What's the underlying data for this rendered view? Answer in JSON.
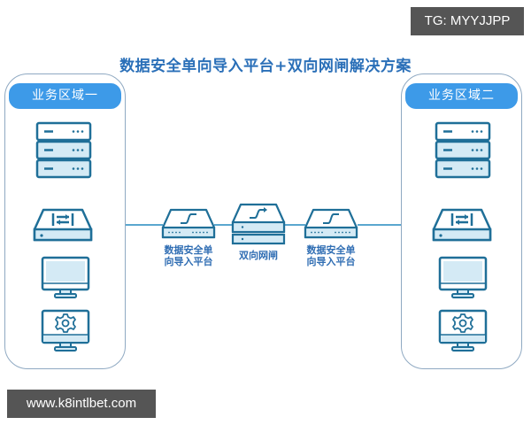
{
  "title": "数据安全单向导入平台+双向网闸解决方案",
  "zones": [
    {
      "label": "业务区域一",
      "devices": [
        "server-rack",
        "switch",
        "monitor",
        "settings-monitor"
      ]
    },
    {
      "label": "业务区域二",
      "devices": [
        "server-rack",
        "switch",
        "monitor",
        "settings-monitor"
      ]
    }
  ],
  "middle": [
    {
      "label_line1": "数据安全单",
      "label_line2": "向导入平台",
      "icon": "one-way-import-device-icon"
    },
    {
      "label_line1": "双向网闸",
      "label_line2": "",
      "icon": "two-way-gateway-icon"
    },
    {
      "label_line1": "数据安全单",
      "label_line2": "向导入平台",
      "icon": "one-way-import-device-icon"
    }
  ],
  "colors": {
    "stroke": "#1f6f98",
    "fill": "#d4eaf5",
    "accent": "#3d9ae8",
    "title": "#2a6fb8",
    "line": "#5aa7cf"
  },
  "watermarks": {
    "tg": "TG: MYYJJPP",
    "site": "www.k8intlbet.com"
  }
}
